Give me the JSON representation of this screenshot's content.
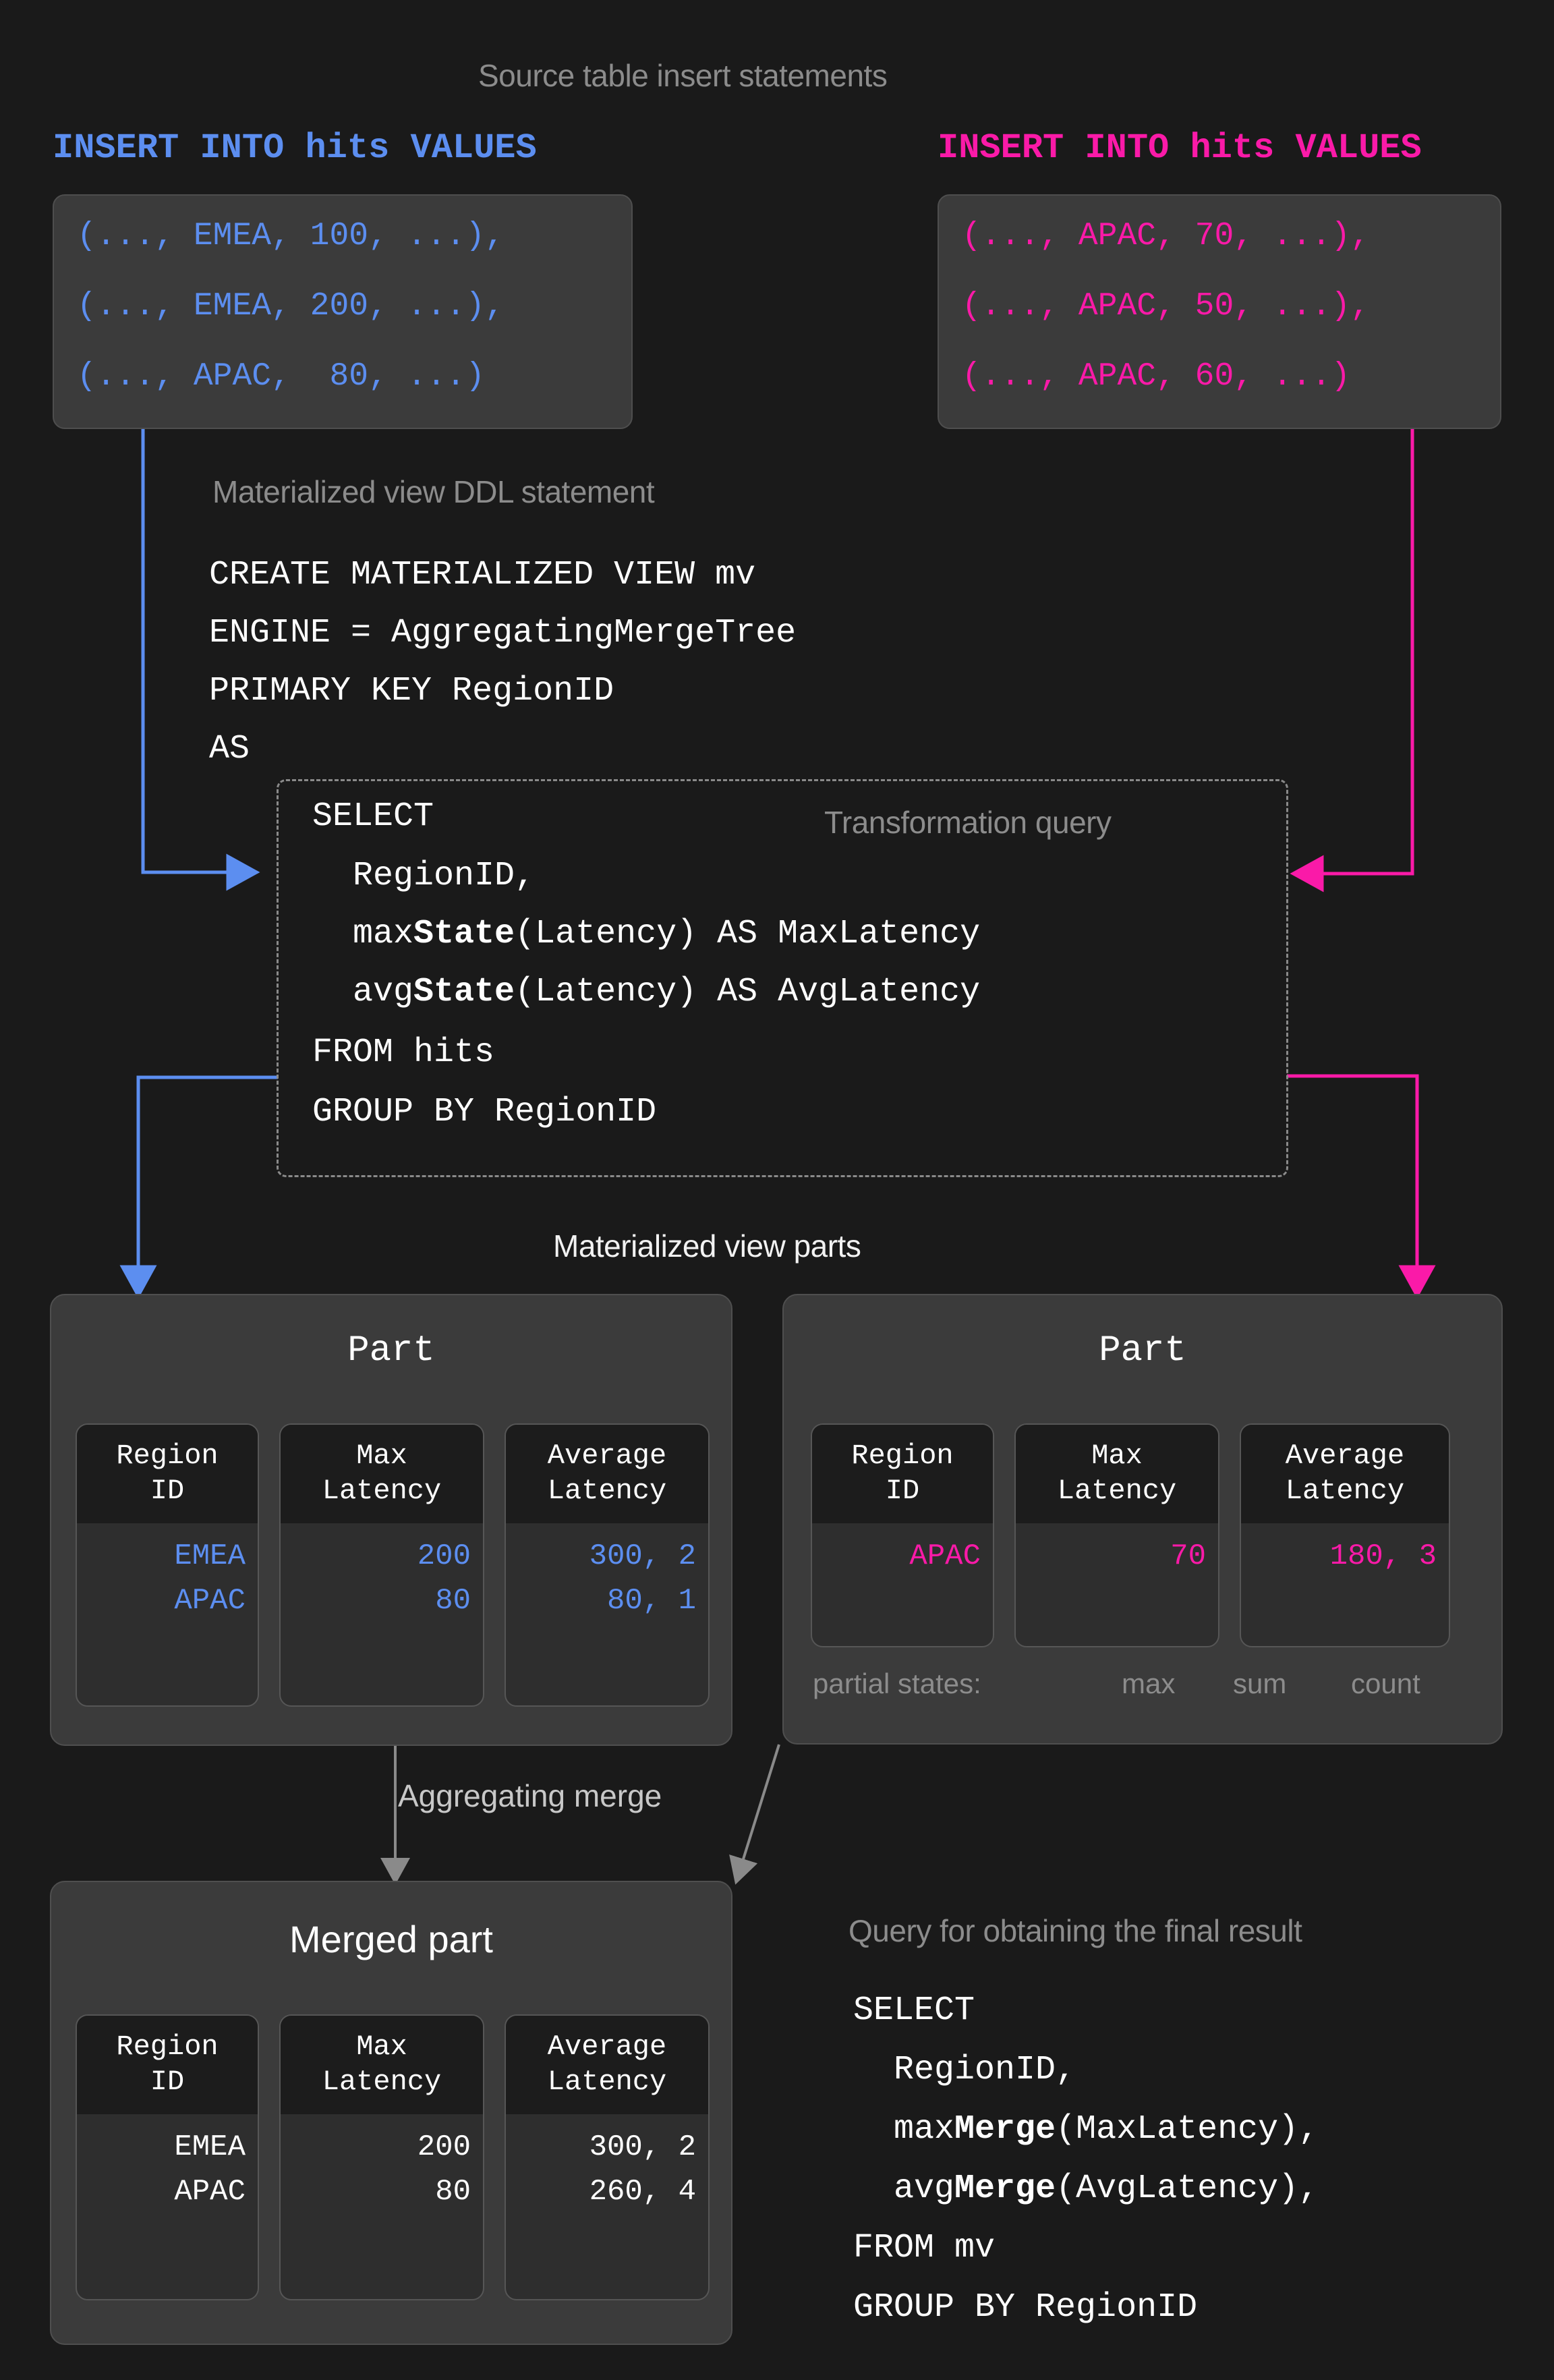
{
  "colors": {
    "background": "#1a1a1a",
    "blue": "#5c8ef0",
    "pink": "#fa1aa8",
    "panel": "#3b3b3b",
    "cell_header": "#1c1c1c",
    "gray_text": "#8c8c8c",
    "white_text": "#ffffff"
  },
  "headings": {
    "source_inserts": "Source table insert statements",
    "mv_ddl": "Materialized view DDL statement",
    "transformation_query": "Transformation query",
    "mv_parts": "Materialized view parts",
    "aggregating_merge": "Aggregating merge",
    "final_query": "Query for obtaining the final result"
  },
  "inserts": [
    {
      "id": "insert-blue",
      "header": "INSERT INTO hits VALUES",
      "color": "#5c8ef0",
      "rows": [
        "(..., EMEA, 100, ...),",
        "(..., EMEA, 200, ...),",
        "(..., APAC,  80, ...)"
      ]
    },
    {
      "id": "insert-pink",
      "header": "INSERT INTO hits VALUES",
      "color": "#fa1aa8",
      "rows": [
        "(..., APAC, 70, ...),",
        "(..., APAC, 50, ...),",
        "(..., APAC, 60, ...)"
      ]
    }
  ],
  "ddl": {
    "line1": "CREATE MATERIALIZED VIEW mv",
    "line2": "ENGINE = AggregatingMergeTree",
    "line3": "PRIMARY KEY RegionID",
    "line4": "AS"
  },
  "transformation_query": {
    "l1": "SELECT",
    "l2": "  RegionID,",
    "l3_a": "  max",
    "l3_b": "State",
    "l3_c": "(Latency) AS MaxLatency",
    "l4_a": "  avg",
    "l4_b": "State",
    "l4_c": "(Latency) AS AvgLatency",
    "l5": "FROM hits",
    "l6": "GROUP BY RegionID"
  },
  "parts": [
    {
      "id": "part-left",
      "title": "Part",
      "accent": "#5c8ef0",
      "columns": [
        {
          "header": "Region\nID",
          "cells": [
            "EMEA",
            "APAC"
          ]
        },
        {
          "header": "Max\nLatency",
          "cells": [
            "200",
            "80"
          ]
        },
        {
          "header": "Average\nLatency",
          "cells": [
            "300, 2",
            "80, 1"
          ]
        }
      ]
    },
    {
      "id": "part-right",
      "title": "Part",
      "accent": "#fa1aa8",
      "columns": [
        {
          "header": "Region\nID",
          "cells": [
            "APAC"
          ]
        },
        {
          "header": "Max\nLatency",
          "cells": [
            "70"
          ]
        },
        {
          "header": "Average\nLatency",
          "cells": [
            "180, 3"
          ]
        }
      ]
    }
  ],
  "partial_states": {
    "label": "partial states:",
    "max": "max",
    "sum": "sum",
    "count": "count"
  },
  "merged_part": {
    "title": "Merged part",
    "columns": [
      {
        "header": "Region\nID",
        "cells": [
          "EMEA",
          "APAC"
        ]
      },
      {
        "header": "Max\nLatency",
        "cells": [
          "200",
          "80"
        ]
      },
      {
        "header": "Average\nLatency",
        "cells": [
          "300, 2",
          "260, 4"
        ]
      }
    ]
  },
  "final_query": {
    "l1": "SELECT",
    "l2": "  RegionID,",
    "l3_a": "  max",
    "l3_b": "Merge",
    "l3_c": "(MaxLatency),",
    "l4_a": "  avg",
    "l4_b": "Merge",
    "l4_c": "(AvgLatency),",
    "l5": "FROM mv",
    "l6": "GROUP BY RegionID"
  }
}
